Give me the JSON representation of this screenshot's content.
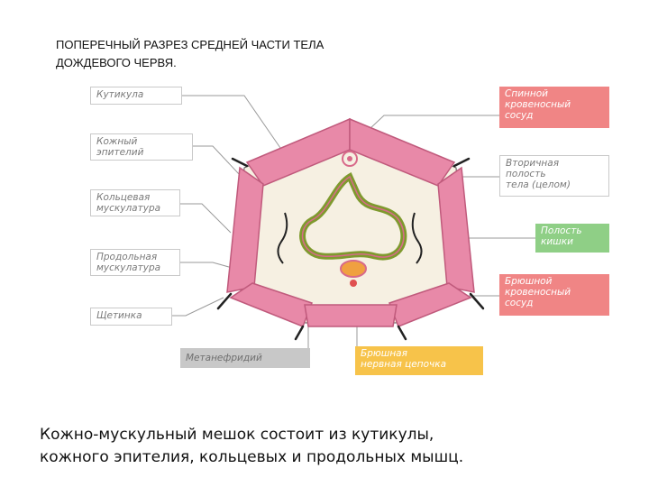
{
  "title": {
    "line1": "ПОПЕРЕЧНЫЙ РАЗРЕЗ СРЕДНЕЙ ЧАСТИ ТЕЛА",
    "line2": "ДОЖДЕВОГО ЧЕРВЯ."
  },
  "labels": {
    "cuticle": "Кутикула",
    "skin_epithelium": [
      "Кожный",
      "эпителий"
    ],
    "circular_muscles": [
      "Кольцевая",
      "мускулатура"
    ],
    "longitudinal_muscles": [
      "Продольная",
      "мускулатура"
    ],
    "seta": "Щетинка",
    "metanephridium": "Метанефридий",
    "ventral_nerve_cord": [
      "Брюшная",
      "нервная цепочка"
    ],
    "dorsal_vessel": [
      "Спинной",
      "кровеносный",
      "сосуд"
    ],
    "coelom": [
      "Вторичная",
      "полость",
      "тела (целом)"
    ],
    "gut_cavity": [
      "Полость",
      "кишки"
    ],
    "ventral_vessel": [
      "Брюшной",
      "кровеносный",
      "сосуд"
    ]
  },
  "colors": {
    "muscle_pink": "#e889a8",
    "muscle_outline": "#c05a7c",
    "body_fill": "#f6f0e2",
    "gut_green": "#7f9a2e",
    "label_red": "#f08585",
    "label_green": "#8fcf86",
    "label_yellow": "#f7c34a"
  },
  "caption": {
    "line1": "Кожно-мускульный мешок состоит из кутикулы,",
    "line2": "кожного эпителия, кольцевых и продольных мышц."
  }
}
